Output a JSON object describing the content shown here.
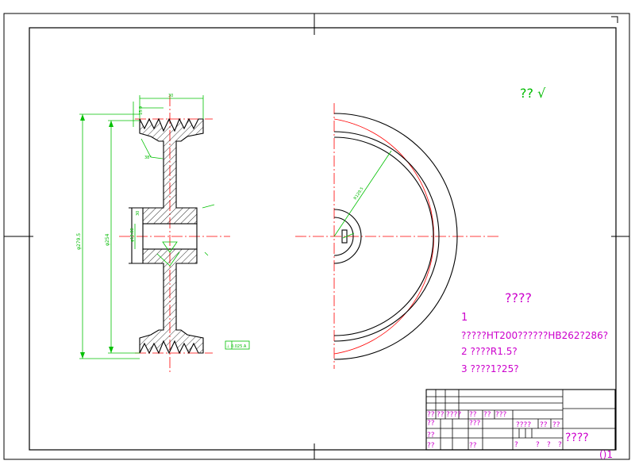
{
  "colors": {
    "outline": "#000000",
    "dimension": "#00c000",
    "centerline": "#ff0000",
    "text": "#cc00cc",
    "hatch": "#000000"
  },
  "roughness_symbol": "?? √",
  "notes": {
    "heading": "????",
    "item1_number": "1",
    "item1_text": "?????HT200??????HB262?286?",
    "item2": "2  ????R1.5?",
    "item3": "3  ????1?25?"
  },
  "dimensions": {
    "left_overall": "φ279.5",
    "left_inner": "φ254",
    "top_width": "30",
    "top_detail": "15.9",
    "angle": "38°",
    "hub_left": "30",
    "bore_label": "φ19.88",
    "right_radius": "R129.5",
    "tolerance_frame": "⊥ 0.025 A"
  },
  "title_block": {
    "row_cells": [
      "??",
      "??",
      "????",
      "??",
      "??",
      "???"
    ],
    "col_left_1": "??",
    "col_left_2": "??",
    "col_left_3": "??",
    "col_mid": "???",
    "col_mid_2": "??",
    "material_labels": [
      "????",
      "??",
      "??"
    ],
    "material_values": [
      "?",
      "?",
      "?",
      "?"
    ],
    "part_name": "????",
    "drawing_no": "()1"
  }
}
